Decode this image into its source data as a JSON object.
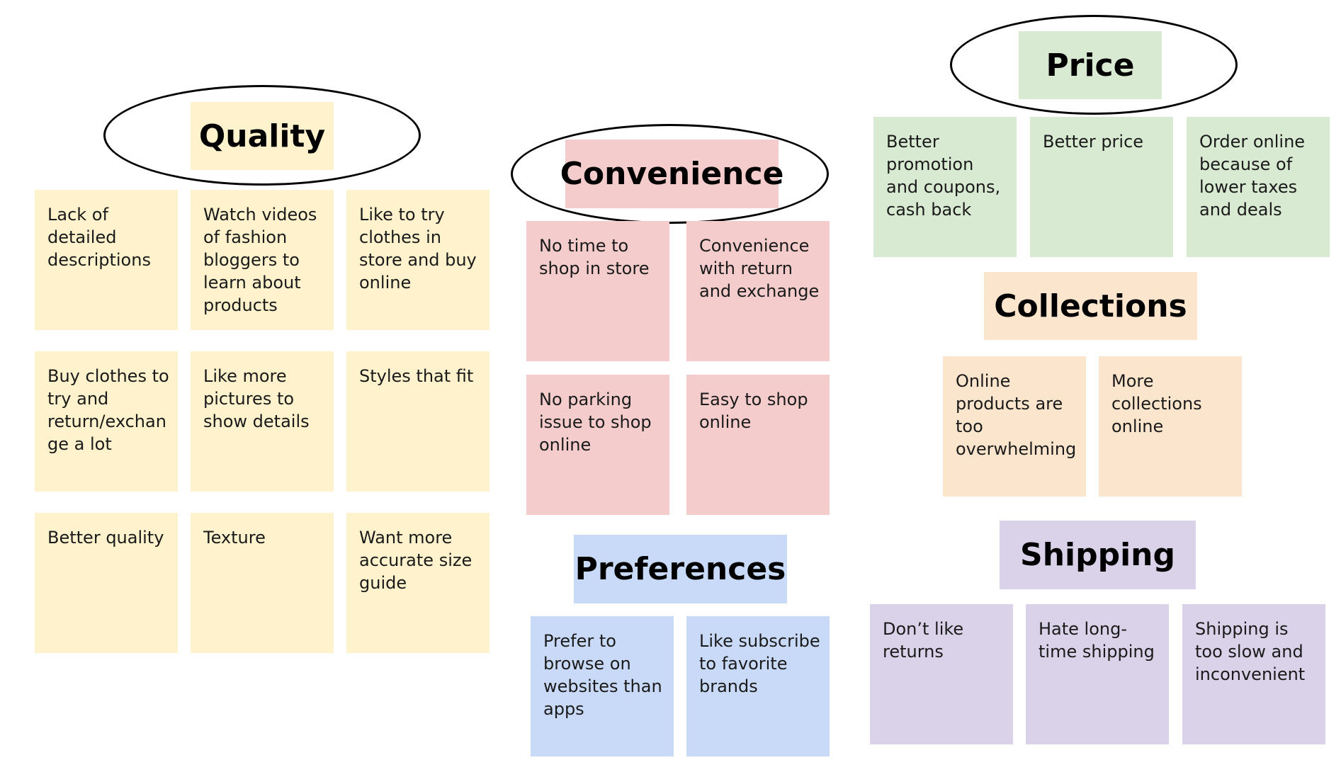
{
  "colors": {
    "quality": "#fff2cc",
    "convenience": "#f4cccc",
    "preferences": "#c9daf8",
    "price": "#d9ead3",
    "collections": "#fce5cd",
    "shipping": "#d9d2e9"
  },
  "quality": {
    "title": "Quality",
    "notes": [
      "Lack of detailed descriptions",
      "Watch videos of fashion bloggers to learn about products",
      "Like to try clothes in store and buy online",
      "Buy clothes to try and return/exchan ge a lot",
      "Like more pictures to show details",
      "Styles that fit",
      "Better quality",
      "Texture",
      "Want more accurate size guide"
    ]
  },
  "convenience": {
    "title": "Convenience",
    "notes": [
      "No time to shop in store",
      "Convenience with return and exchange",
      "No parking issue to shop online",
      "Easy to shop online"
    ]
  },
  "preferences": {
    "title": "Preferences",
    "notes": [
      "Prefer to browse on websites than apps",
      "Like subscribe to favorite brands"
    ]
  },
  "price": {
    "title": "Price",
    "notes": [
      "Better promotion and coupons, cash back",
      "Better price",
      "Order online because of lower taxes and deals"
    ]
  },
  "collections": {
    "title": "Collections",
    "notes": [
      "Online products are too overwhelming",
      "More collections online"
    ]
  },
  "shipping": {
    "title": "Shipping",
    "notes": [
      "Don’t like returns",
      "Hate long-time shipping",
      "Shipping is too slow and inconvenient"
    ]
  }
}
